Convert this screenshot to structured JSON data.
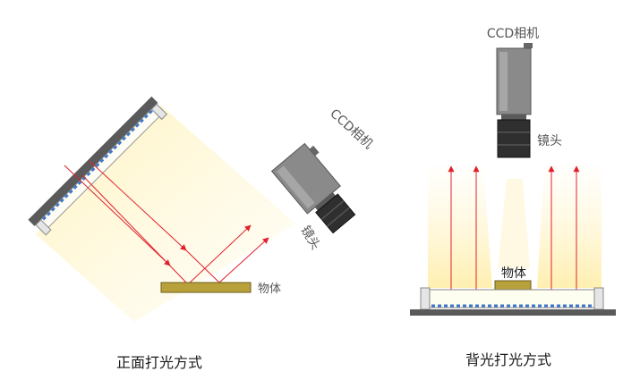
{
  "front": {
    "camera_label": "CCD相机",
    "lens_label": "镜头",
    "object_label": "物体",
    "caption": "正面打光方式"
  },
  "back": {
    "camera_label": "CCD相机",
    "lens_label": "镜头",
    "object_label": "物体",
    "caption": "背光打光方式"
  },
  "colors": {
    "beam": "#fff0b8",
    "ray": "#e0202a",
    "object": "#b8a03a",
    "camera_body": "#8a8a8a",
    "lens": "#2f2f2f",
    "led": "#3f78c9",
    "frame": "#555555"
  }
}
